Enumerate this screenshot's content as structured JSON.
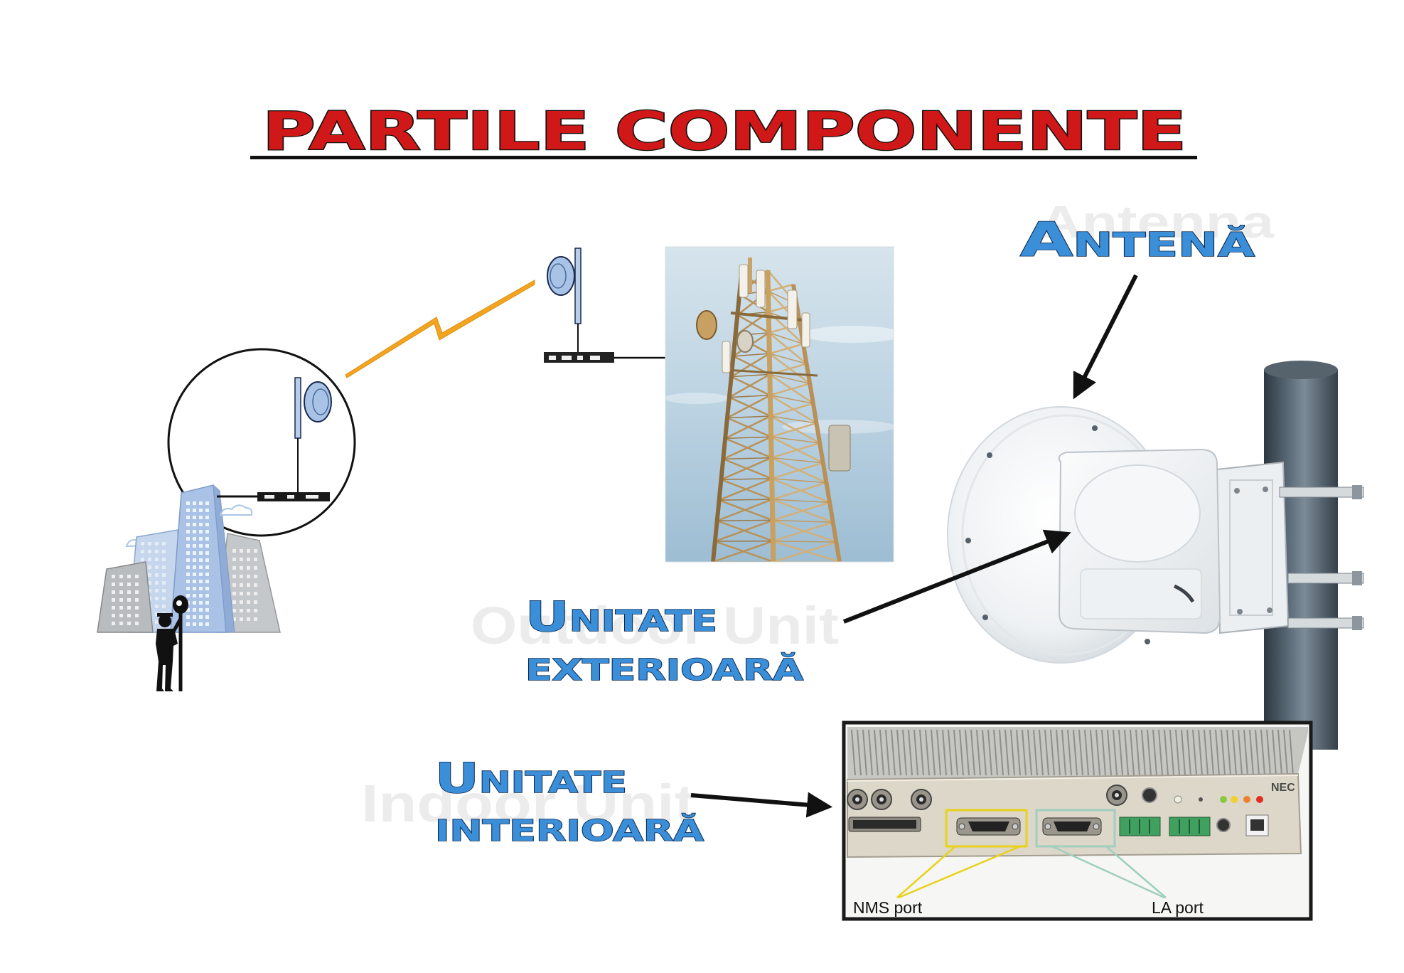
{
  "slide": {
    "title": "PARTILE COMPONENTE",
    "ghost_labels": {
      "antenna": "Antenna",
      "outdoor_unit": "Outdoor Unit",
      "indoor_unit": "Indoor Unit"
    },
    "labels": {
      "antenna": "Antenă",
      "outdoor_unit": [
        "Unitate",
        "exterioară"
      ],
      "indoor_unit": [
        "Unitate",
        "interioară"
      ]
    },
    "indoor_unit_photo": {
      "brand": "NEC",
      "nms_port": "NMS port",
      "la_port": "LA port"
    }
  },
  "colors": {
    "title_fill": "#d01818",
    "title_outline": "#111111",
    "label_fill": "#3a8fd8",
    "label_outline": "#0b2850",
    "lightning": "#f2a51f",
    "nms_highlight": "#e8d21a",
    "la_highlight": "#9fcfc0"
  }
}
